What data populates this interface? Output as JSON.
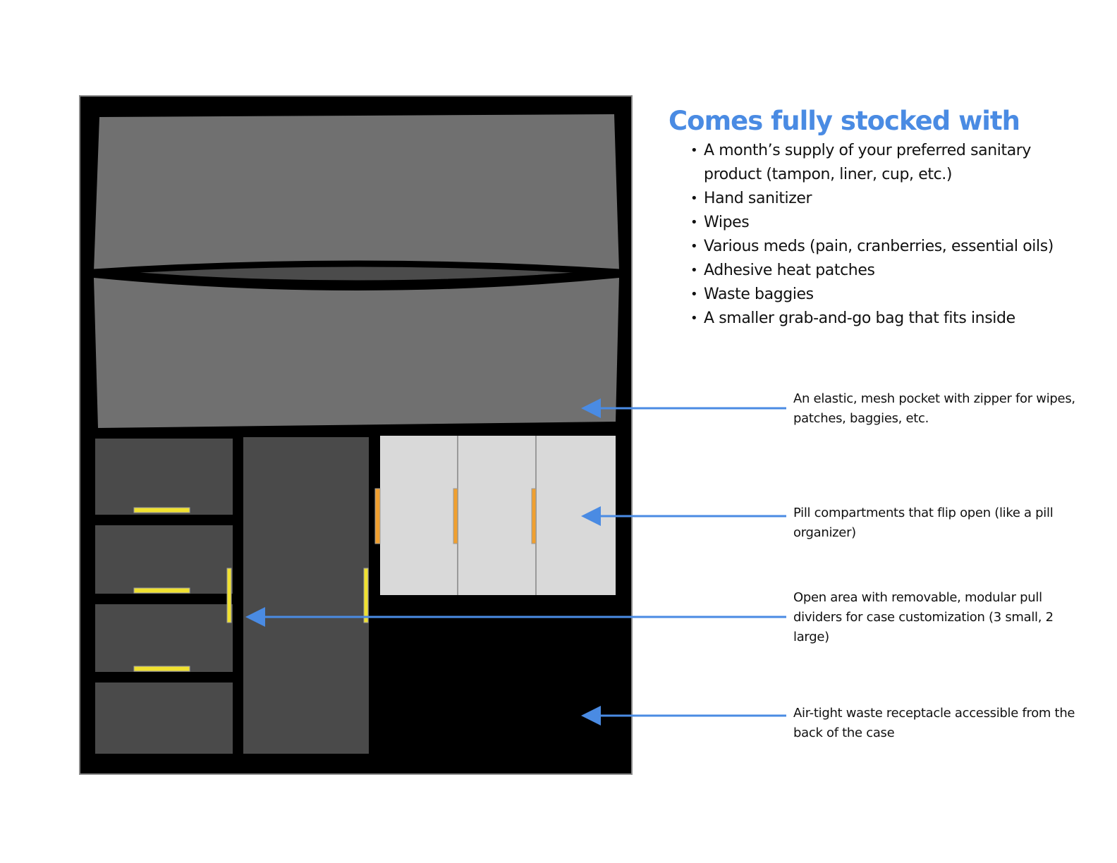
{
  "heading": "Comes fully stocked with",
  "stocked_items": [
    "A month’s supply of your preferred sanitary product (tampon, liner, cup, etc.)",
    "Hand sanitizer",
    "Wipes",
    "Various meds (pain, cranberries, essential oils)",
    "Adhesive heat patches",
    "Waste baggies",
    "A smaller grab-and-go bag that fits inside"
  ],
  "callouts": {
    "mesh_pocket": "An elastic, mesh pocket with zipper for wipes, patches, baggies, etc.",
    "pill_compartments": "Pill compartments that flip open (like a pill organizer)",
    "open_area": "Open area with removable, modular pull dividers for case customization (3 small, 2 large)",
    "waste_receptacle": "Air-tight waste receptacle accessible from the back of the case"
  },
  "colors": {
    "case": "#000000",
    "case_border": "#8a8a8a",
    "mesh_pocket": "#707070",
    "mesh_opening": "#4b4b4b",
    "dividers": "#4a4a4a",
    "pill_compartments": "#d9d9d9",
    "pull_tabs": "#f0e130",
    "pill_tabs": "#f0a030",
    "arrows": "#4a8be3",
    "heading": "#4a8be3"
  }
}
